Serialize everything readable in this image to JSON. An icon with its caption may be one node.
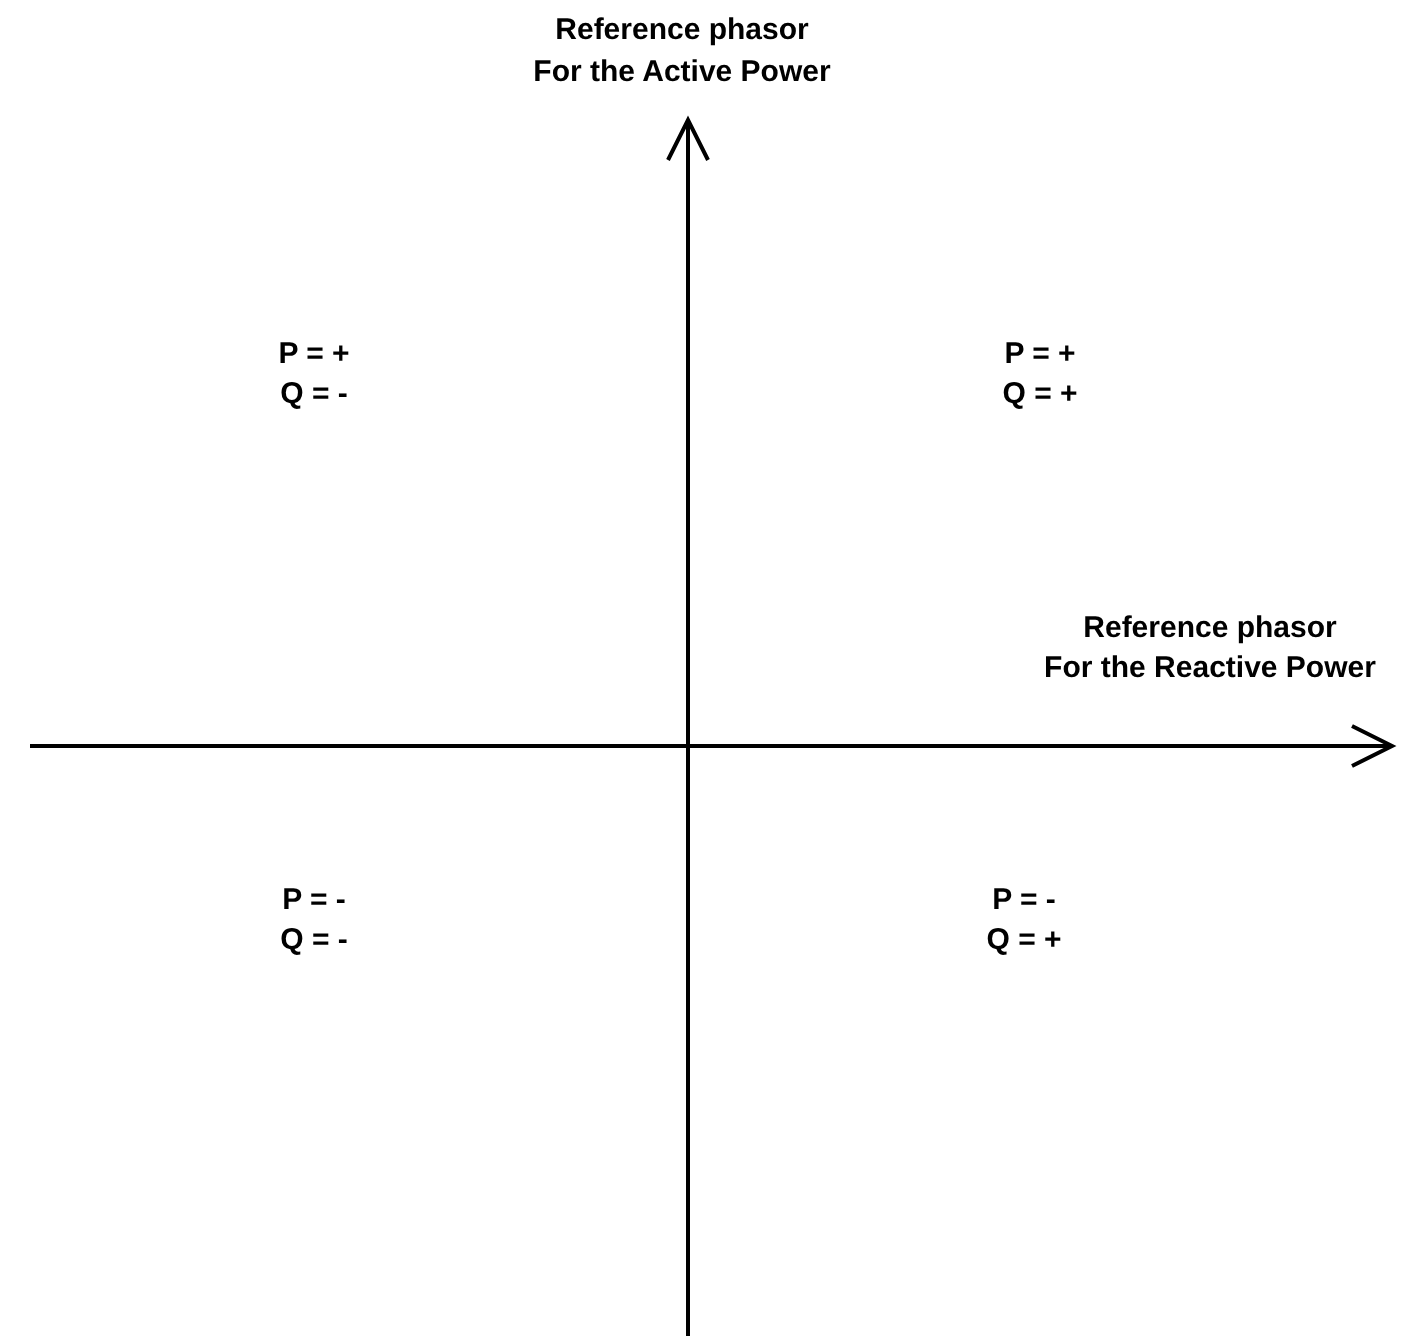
{
  "diagram": {
    "labels": [
      "Reference phasor",
      "For the Active Power",
      "P = +",
      "Q = -",
      "P = +",
      "Q = +",
      "Reference phasor",
      "For the Reactive Power",
      "P = -",
      "Q = -",
      "P = -",
      "Q = +"
    ]
  }
}
